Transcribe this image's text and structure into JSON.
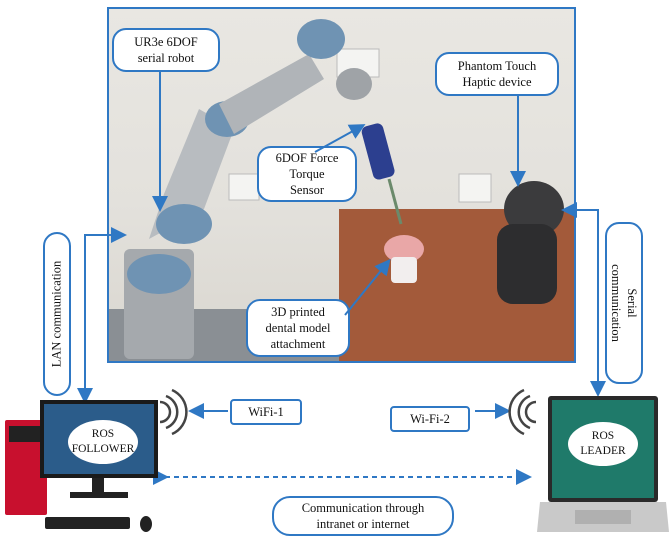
{
  "labels": {
    "robot": "UR3e 6DOF\nserial robot",
    "haptic": "Phantom Touch\nHaptic device",
    "ft_sensor": "6DOF Force\nTorque\nSensor",
    "dental": "3D printed\ndental model\nattachment",
    "lan": "LAN communication",
    "serial": "Serial\ncommunication",
    "wifi1": "WiFi-1",
    "wifi2": "Wi-Fi-2",
    "ros_follower": "ROS\nFOLLOWER",
    "ros_leader": "ROS\nLEADER",
    "comm": "Communication through\nintranet or internet"
  },
  "colors": {
    "accent": "#2f78c4",
    "robot_blue": "#6f93b3",
    "robot_gray": "#9fa3a7"
  },
  "icons": [
    "wifi-signal-icon",
    "desktop-computer-icon",
    "laptop-icon",
    "keyboard-icon",
    "mouse-icon"
  ]
}
